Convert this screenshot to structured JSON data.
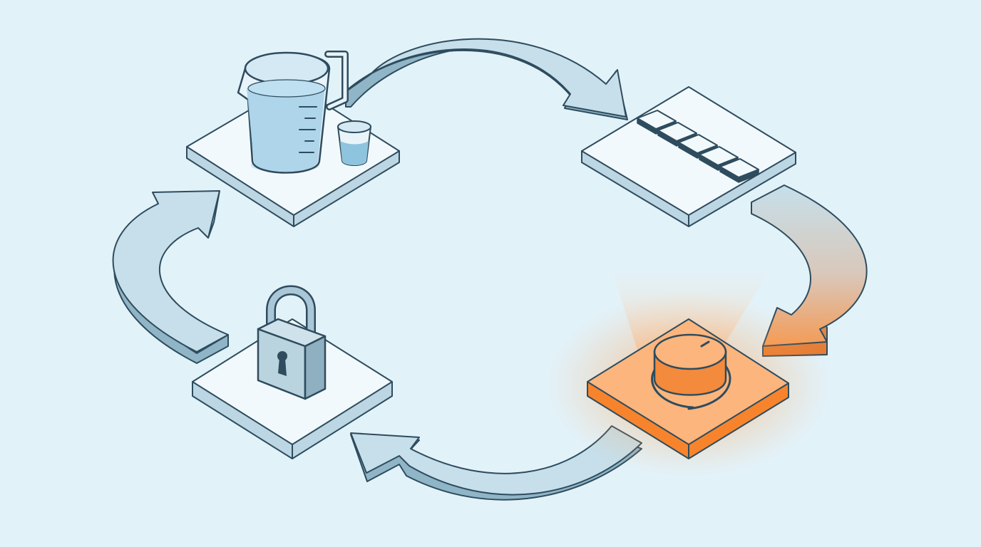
{
  "diagram": {
    "type": "cycle",
    "direction": "clockwise",
    "active_step": "dial",
    "steps": [
      {
        "id": "measure",
        "icon": "measuring-jug-and-cup-icon",
        "state": "idle"
      },
      {
        "id": "blocks",
        "icon": "block-row-icon",
        "state": "idle",
        "block_count": 5
      },
      {
        "id": "dial",
        "icon": "dial-knob-icon",
        "state": "active"
      },
      {
        "id": "lock",
        "icon": "padlock-icon",
        "state": "idle"
      }
    ],
    "connections": [
      {
        "from": "measure",
        "to": "blocks"
      },
      {
        "from": "blocks",
        "to": "dial"
      },
      {
        "from": "dial",
        "to": "lock"
      },
      {
        "from": "lock",
        "to": "measure"
      }
    ]
  },
  "colors": {
    "background": "#e2f2f9",
    "platform_top": "#f2f9fc",
    "platform_side": "#bcd7e3",
    "arrow_face": "#c6dfea",
    "arrow_side": "#8fb5c6",
    "outline": "#2e4c5e",
    "accent": "#f7842c",
    "accent_light": "#fcb57d",
    "water": "#a8d2e8"
  }
}
